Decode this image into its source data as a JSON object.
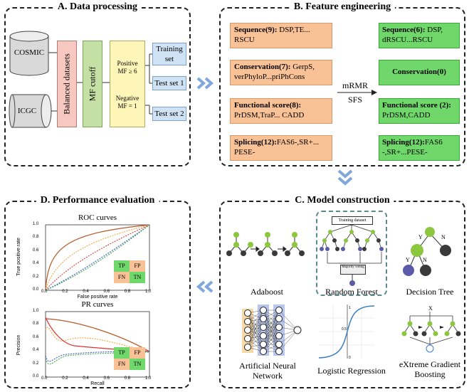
{
  "panel_a": {
    "title": "A. Data processing",
    "db1": "COSMIC",
    "db2": "ICGC",
    "balanced": "Balanced datasets",
    "mf_cutoff": "MF cutoff",
    "positive": "Positive",
    "positive_mf": "MF ≥ 6",
    "negative": "Negative",
    "negative_mf": "MF = 1",
    "training_set": "Training set",
    "test_set_1": "Test set 1",
    "test_set_2": "Test set 2"
  },
  "panel_b": {
    "title": "B. Feature engineering",
    "left": [
      {
        "head": "Sequence(9):",
        "body": " DSP,TE... RSCU"
      },
      {
        "head": "Conservation(7):",
        "body": " GerpS, verPhyloP...priPhCons"
      },
      {
        "head": "Functional score(8):",
        "body": " PrDSM,TraP... CADD"
      },
      {
        "head": "Splicing(12):",
        "body": "FAS6-,SR+... PESE-"
      }
    ],
    "right": [
      {
        "head": "Sequence(6):",
        "body": " DSP, dRSCU...RSCU"
      },
      {
        "head": "Conservation(0)",
        "body": ""
      },
      {
        "head": "Functional score (2):",
        "body": " PrDSM,CADD"
      },
      {
        "head": "Splicing(12):",
        "body": "FAS6 -,SR+...PESE-"
      }
    ],
    "method1": "mRMR",
    "method2": "SFS"
  },
  "panel_c": {
    "title": "C. Model construction",
    "models": [
      "Adaboost",
      "Random Forest",
      "Decision Tree",
      "Artificial Neural Network",
      "Logistic Regression",
      "eXtreme Gradient Boosting"
    ],
    "rf_training": "Training dataset",
    "rf_voting": "Majority voting",
    "dt_yes": "Y",
    "dt_no": "N",
    "xgb_x": "X",
    "lr_tick_top": "1",
    "lr_tick_mid": "0.5",
    "lr_tick_bottom": "0"
  },
  "panel_d": {
    "title": "D. Performance evaluation",
    "roc_title": "ROC curves",
    "roc_xlabel": "False positive rate",
    "roc_ylabel": "True positive rate",
    "pr_title": "PR curves",
    "pr_xlabel": "Recall",
    "pr_ylabel": "Precision",
    "ticks": [
      "0.0",
      "0.2",
      "0.4",
      "0.6",
      "0.8",
      "1.0"
    ],
    "cm": [
      "TP",
      "FP",
      "FN",
      "TN"
    ]
  },
  "colors": {
    "orange_box": "#f9c196",
    "green_box": "#70d86a",
    "node_green": "#8dc63f",
    "node_dark": "#3a3a3a",
    "node_purple": "#5a5aa8",
    "arrow_blue": "#7fa7dc"
  }
}
